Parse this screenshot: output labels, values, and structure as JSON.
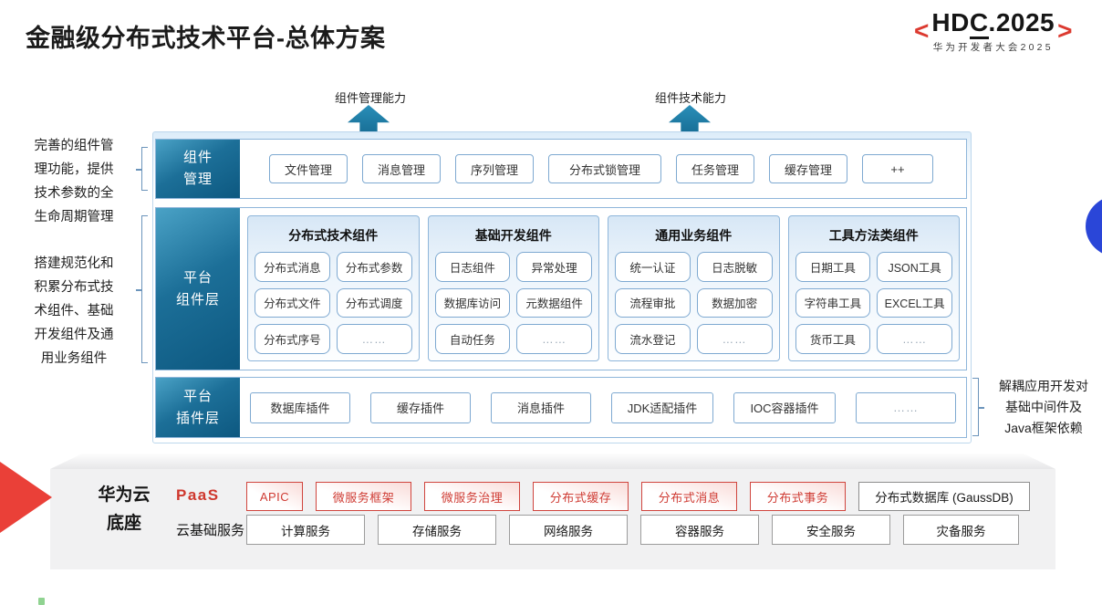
{
  "page": {
    "title": "金融级分布式技术平台-总体方案"
  },
  "logo": {
    "left_bracket": "<",
    "word_pre": "HD",
    "word_c": "C",
    "word_post": ".2025",
    "right_bracket": ">",
    "subtitle": "华为开发者大会2025"
  },
  "arrows": {
    "management_label": "组件管理能力",
    "technical_label": "组件技术能力"
  },
  "side_notes": {
    "management_note": "完善的组件管\n理功能，提供\n技术参数的全\n生命周期管理",
    "component_note": "搭建规范化和\n积累分布式技\n术组件、基础\n开发组件及通\n用业务组件",
    "plugin_note": "解耦应用开发对\n基础中间件及\nJava框架依赖"
  },
  "layers": {
    "component_mgmt": {
      "label": "组件\n管理",
      "items": [
        "文件管理",
        "消息管理",
        "序列管理",
        "分布式锁管理",
        "任务管理",
        "缓存管理",
        "++"
      ]
    },
    "platform_components": {
      "label": "平台\n组件层",
      "groups": [
        {
          "title": "分布式技术组件",
          "items": [
            "分布式消息",
            "分布式参数",
            "分布式文件",
            "分布式调度",
            "分布式序号",
            "……"
          ]
        },
        {
          "title": "基础开发组件",
          "items": [
            "日志组件",
            "异常处理",
            "数据库访问",
            "元数据组件",
            "自动任务",
            "……"
          ]
        },
        {
          "title": "通用业务组件",
          "items": [
            "统一认证",
            "日志脱敏",
            "流程审批",
            "数据加密",
            "流水登记",
            "……"
          ]
        },
        {
          "title": "工具方法类组件",
          "items": [
            "日期工具",
            "JSON工具",
            "字符串工具",
            "EXCEL工具",
            "货币工具",
            "……"
          ]
        }
      ]
    },
    "platform_plugins": {
      "label": "平台\n插件层",
      "items": [
        "数据库插件",
        "缓存插件",
        "消息插件",
        "JDK适配插件",
        "IOC容器插件",
        "……"
      ]
    }
  },
  "foundation": {
    "label": "华为云\n底座",
    "paas": {
      "label": "PaaS",
      "items": [
        "APIC",
        "微服务框架",
        "微服务治理",
        "分布式缓存",
        "分布式消息",
        "分布式事务"
      ],
      "db_item": "分布式数据库 (GaussDB)"
    },
    "cloud_base": {
      "label": "云基础服务",
      "items": [
        "计算服务",
        "存储服务",
        "网络服务",
        "容器服务",
        "安全服务",
        "灾备服务"
      ]
    }
  },
  "colors": {
    "layer_teal": "#15648c",
    "red_accent": "#cf3b33",
    "blue_circle": "#2a46d8"
  }
}
